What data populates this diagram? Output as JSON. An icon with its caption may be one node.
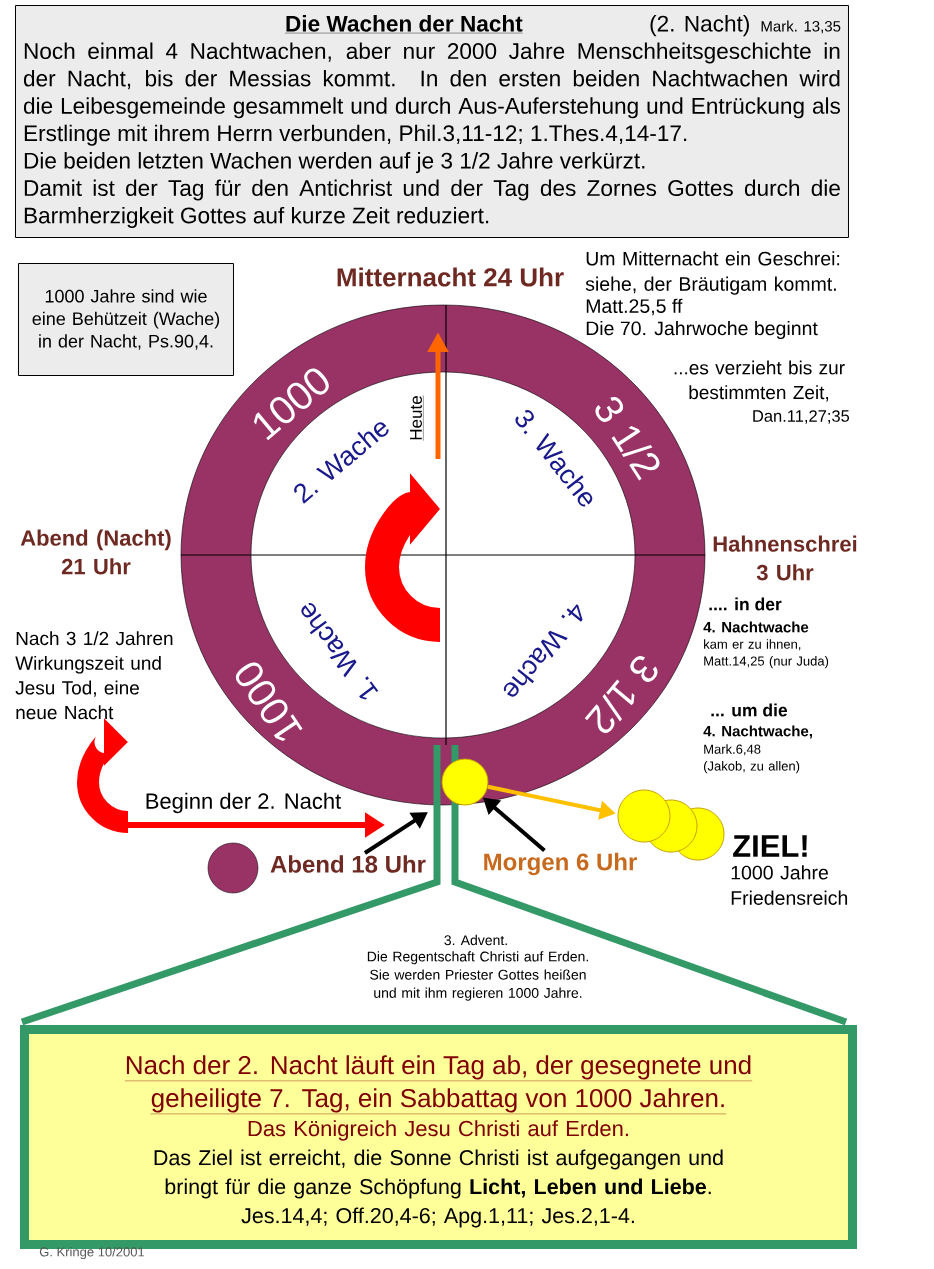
{
  "diagram": {
    "nodes": [
      {
        "text": [
          "Die Wachen der Nacht",
          "(2. Nacht)",
          "Mark. 13,35",
          "Noch einmal 4 Nachtwachen, aber nur 2000 Jahre Menschheitsgeschichte in der Nacht, bis der Messias kommt. In den ersten beiden Nachtwachen wird die Leibesgemeinde gesammelt und durch Aus-Auferstehung und Entrückung als Erstlinge mit ihrem Herrn verbunden, Phil.3,11-12; 1.Thes.4,14-17.",
          "Die beiden letzten Wachen werden auf je 3 1/2 Jahre verkürzt.",
          "Damit ist der Tag für den Antichrist und der Tag des Zornes Gottes durch die Barmherzigkeit Gottes auf kurze Zeit reduziert."
        ]
      },
      {
        "text": [
          "1000 Jahre sind wie eine Behützeit (Wache) in der Nacht, Ps.90,4."
        ]
      },
      {
        "text": [
          "Abend 18 Uhr"
        ]
      },
      {
        "text": [
          "Morgen 6 Uhr"
        ]
      },
      {
        "text": [],
        "shape": "circle"
      },
      {
        "text": [],
        "shape": "circle"
      },
      {
        "text": [
          "Nach der 2. Nacht läuft ein Tag ab, der gesegnete und geheiligte 7. Tag, ein Sabbattag von 1000 Jahren.",
          "Das Königreich Jesu Christi auf Erden.",
          "Das Ziel ist erreicht, die Sonne Christi ist aufgegangen und bringt für die ganze Schöpfung **Licht, Leben und Liebe**.",
          "Jes.14,4; Off.20,4-6; Apg.1,11; Jes.2,1-4."
        ]
      }
    ],
    "edges": [
      {
        "from": 2,
        "to": null,
        "arrow": "to"
      },
      {
        "from": 3,
        "to": 4,
        "arrow": "to"
      },
      {
        "from": 4,
        "to": 5,
        "arrow": "to",
        "color": "#ffc000"
      }
    ],
    "labels": [
      "Mitternacht 24 Uhr",
      "Um Mitternacht ein Geschrei: siehe, der Bräutigam kommt.",
      "Matt.25,5 ff",
      "Die 70. Jahrwoche beginnt",
      "...es verzieht bis zur bestimmten Zeit,",
      "Dan.11,27;35",
      "1000",
      "3 1/2",
      "Heute",
      "2. Wache",
      "3. Wache",
      "Abend (Nacht) 21 Uhr",
      "Hahnenschrei 3 Uhr",
      ".... in der",
      "4. Nachtwache",
      "kam er zu ihnen, Matt.14,25 (nur Juda)",
      "Nach 3 1/2 Jahren Wirkungszeit und Jesu Tod, eine neue Nacht",
      "1. Wache",
      "4. Wache",
      "1000",
      "3 1/2",
      "... um die",
      "4. Nachtwache,",
      "Mark.6,48 (Jakob, zu allen)",
      "Beginn der 2. Nacht",
      "ZIEL!",
      "1000 Jahre Friedensreich",
      "3. Advent.",
      "Die Regentschaft Christi auf Erden. Sie werden Priester Gottes heißen und mit ihm regieren 1000 Jahre.",
      "G. Kringe 10/2001"
    ]
  }
}
